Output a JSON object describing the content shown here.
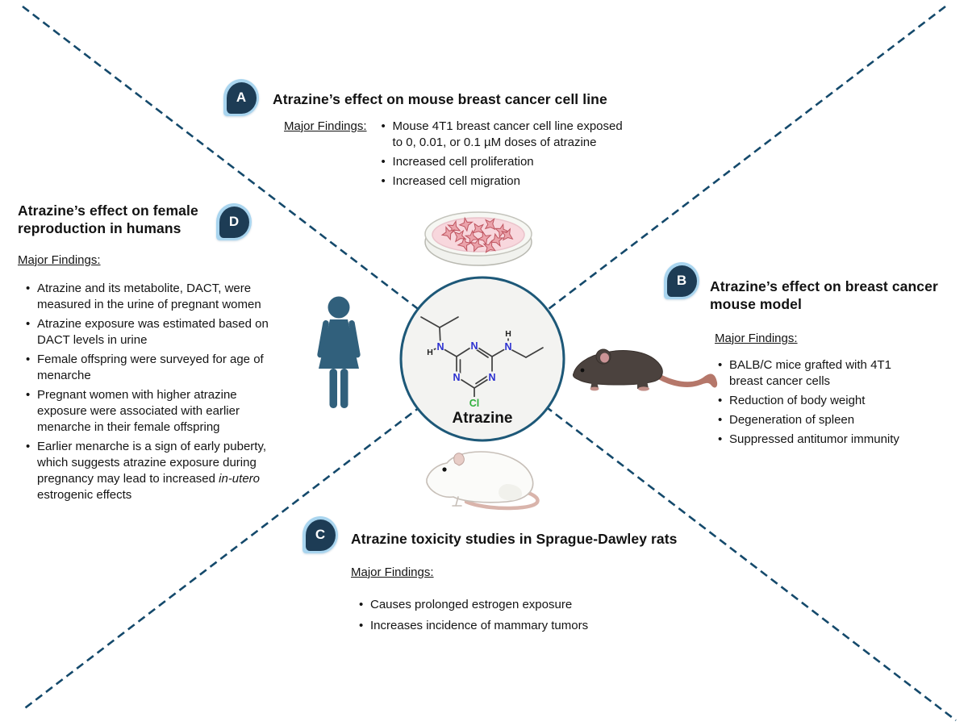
{
  "figure": {
    "colors": {
      "background": "#ffffff",
      "dashed_line": "#14496b",
      "badge_fill": "#1d3c55",
      "badge_ring": "#a9d5ef",
      "circle_fill": "#f3f3f1",
      "circle_border": "#1d5878",
      "nitrogen_blue": "#2b2fd0",
      "chlorine_green": "#2faf3c",
      "female_figure": "#31607c"
    },
    "center": {
      "molecule_name": "Atrazine",
      "atoms": {
        "ring_n_top": "N",
        "ring_n_bottom_left": "N",
        "ring_n_bottom_right": "N",
        "amine_left_n": "N",
        "amine_left_h": "H",
        "amine_right_n": "N",
        "amine_right_h": "H",
        "chlorine": "Cl"
      }
    },
    "icons": {
      "petri_dish": "petri-dish-with-cancer-cells",
      "female_figure": "woman-silhouette",
      "mouse": "black-mouse",
      "rat": "white-rat"
    },
    "sections": {
      "a": {
        "badge": "A",
        "title": "Atrazine’s effect on mouse breast cancer cell line",
        "findings_label": "Major Findings:",
        "bullets": [
          "Mouse 4T1 breast cancer cell line exposed to 0, 0.01, or 0.1 µM doses of atrazine",
          "Increased cell proliferation",
          "Increased cell migration"
        ]
      },
      "b": {
        "badge": "B",
        "title": "Atrazine’s effect on breast cancer mouse model",
        "findings_label": "Major Findings:",
        "bullets": [
          "BALB/C mice grafted with 4T1 breast cancer cells",
          "Reduction of body weight",
          "Degeneration of spleen",
          "Suppressed antitumor immunity"
        ]
      },
      "c": {
        "badge": "C",
        "title": "Atrazine toxicity studies in Sprague-Dawley rats",
        "findings_label": "Major Findings:",
        "bullets": [
          "Causes prolonged estrogen exposure",
          "Increases incidence of mammary tumors"
        ]
      },
      "d": {
        "badge": "D",
        "title": "Atrazine’s effect on female reproduction in humans",
        "findings_label": "Major Findings:",
        "bullets": [
          "Atrazine and its metabolite, DACT, were measured in the urine of pregnant women",
          "Atrazine exposure was estimated based on DACT levels in urine",
          "Female offspring were surveyed for age of menarche",
          "Pregnant women with higher atrazine exposure were associated with earlier menarche in their female offspring",
          "Earlier menarche is a sign of early puberty, which suggests atrazine exposure during pregnancy may lead to increased *in-utero* estrogenic effects"
        ]
      }
    }
  }
}
